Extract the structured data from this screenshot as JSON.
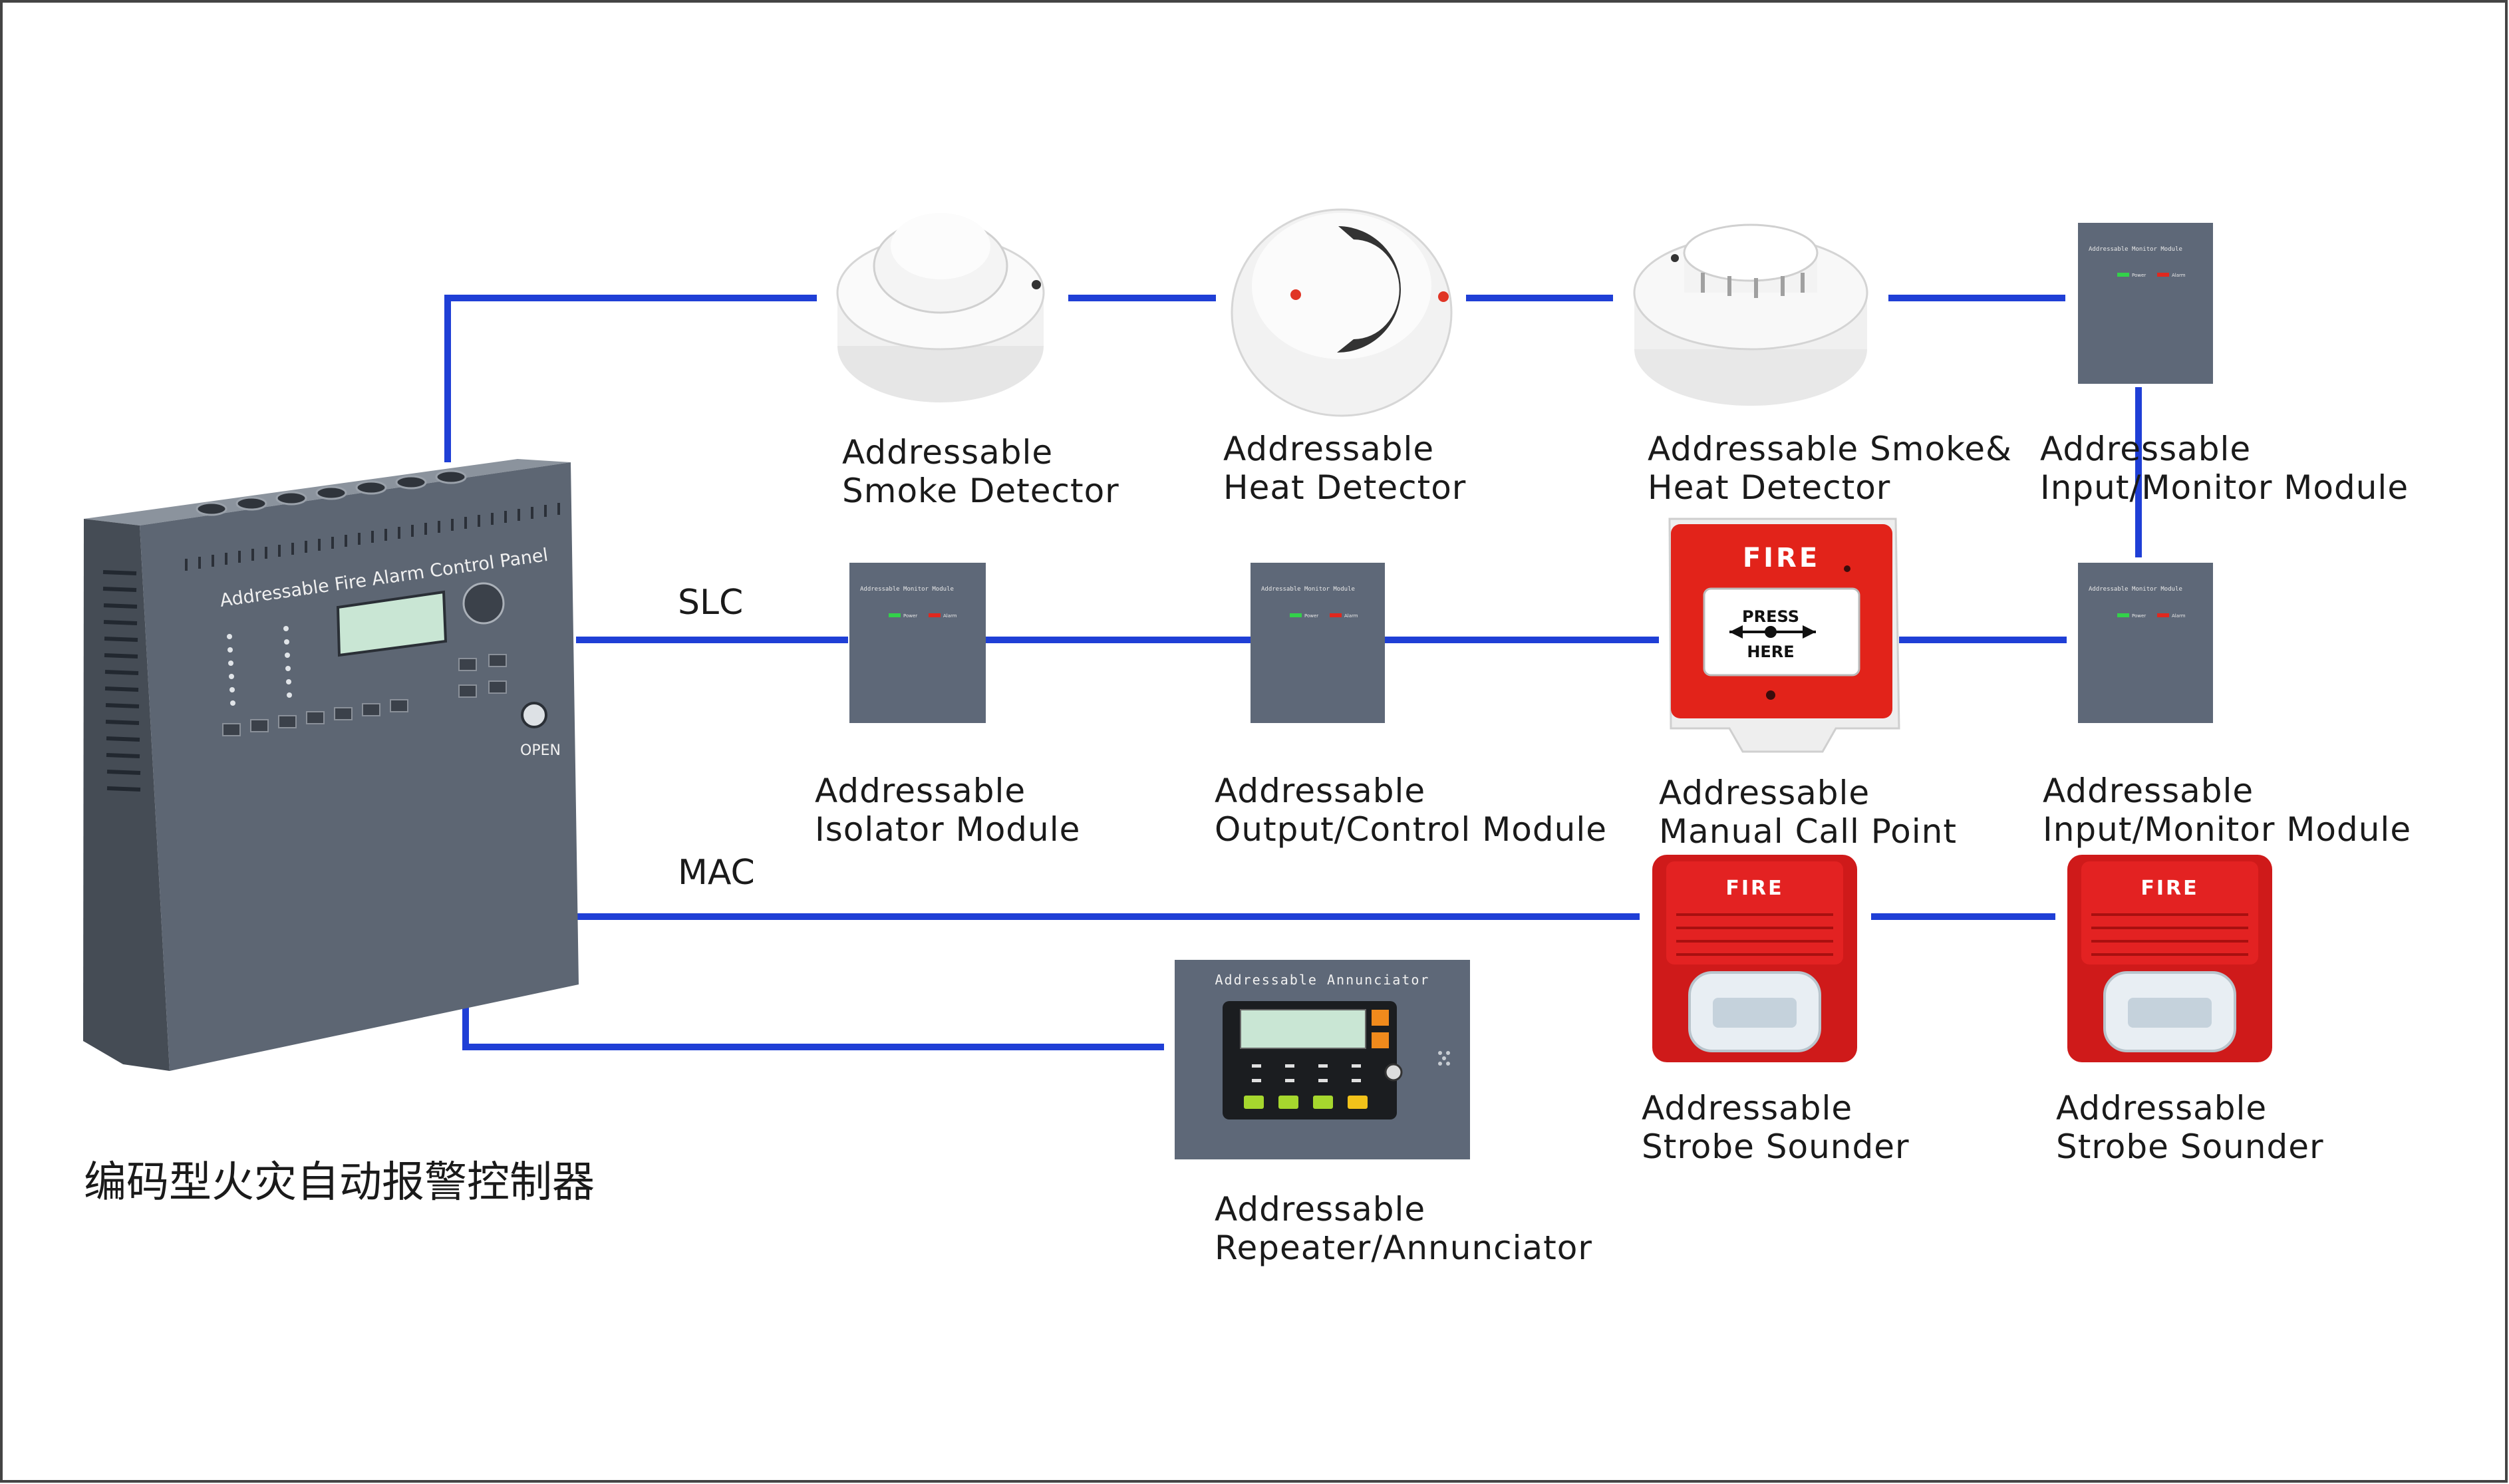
{
  "frame_color": "#444444",
  "wire_color": "#1f3fd6",
  "bus_labels": {
    "slc": "SLC",
    "mac": "MAC"
  },
  "panel": {
    "title": "Addressable Fire Alarm Control Panel",
    "open_label": "OPEN",
    "caption": "编码型火灾自动报警控制器",
    "color": "#5d6673"
  },
  "devices": {
    "smoke_detector": {
      "line1": "Addressable",
      "line2": "Smoke  Detector"
    },
    "heat_detector": {
      "line1": "Addressable",
      "line2": "Heat  Detector"
    },
    "smoke_heat_detector": {
      "line1": "Addressable Smoke&",
      "line2": "Heat  Detector"
    },
    "input_module_top": {
      "line1": "Addressable",
      "line2": "Input/Monitor Module",
      "face_title": "Addressable Monitor Module",
      "led1": "Power",
      "led2": "Alarm"
    },
    "isolator_module": {
      "line1": "Addressable",
      "line2": "Isolator Module",
      "face_title": "Addressable Monitor Module",
      "led1": "Power",
      "led2": "Alarm"
    },
    "output_module": {
      "line1": "Addressable",
      "line2": "Output/Control Module",
      "face_title": "Addressable Monitor Module",
      "led1": "Power",
      "led2": "Alarm"
    },
    "call_point": {
      "line1": "Addressable",
      "line2": "Manual Call Point",
      "face_title": "FIRE",
      "press": "PRESS",
      "here": "HERE"
    },
    "input_module_mid": {
      "line1": "Addressable",
      "line2": "Input/Monitor Module",
      "face_title": "Addressable Monitor Module",
      "led1": "Power",
      "led2": "Alarm"
    },
    "strobe_sounder_1": {
      "line1": "Addressable",
      "line2": "Strobe Sounder",
      "face_title": "FIRE"
    },
    "strobe_sounder_2": {
      "line1": "Addressable",
      "line2": "Strobe Sounder",
      "face_title": "FIRE"
    },
    "annunciator": {
      "line1": "Addressable",
      "line2": "Repeater/Annunciator",
      "face_title": "Addressable Annunciator"
    }
  }
}
